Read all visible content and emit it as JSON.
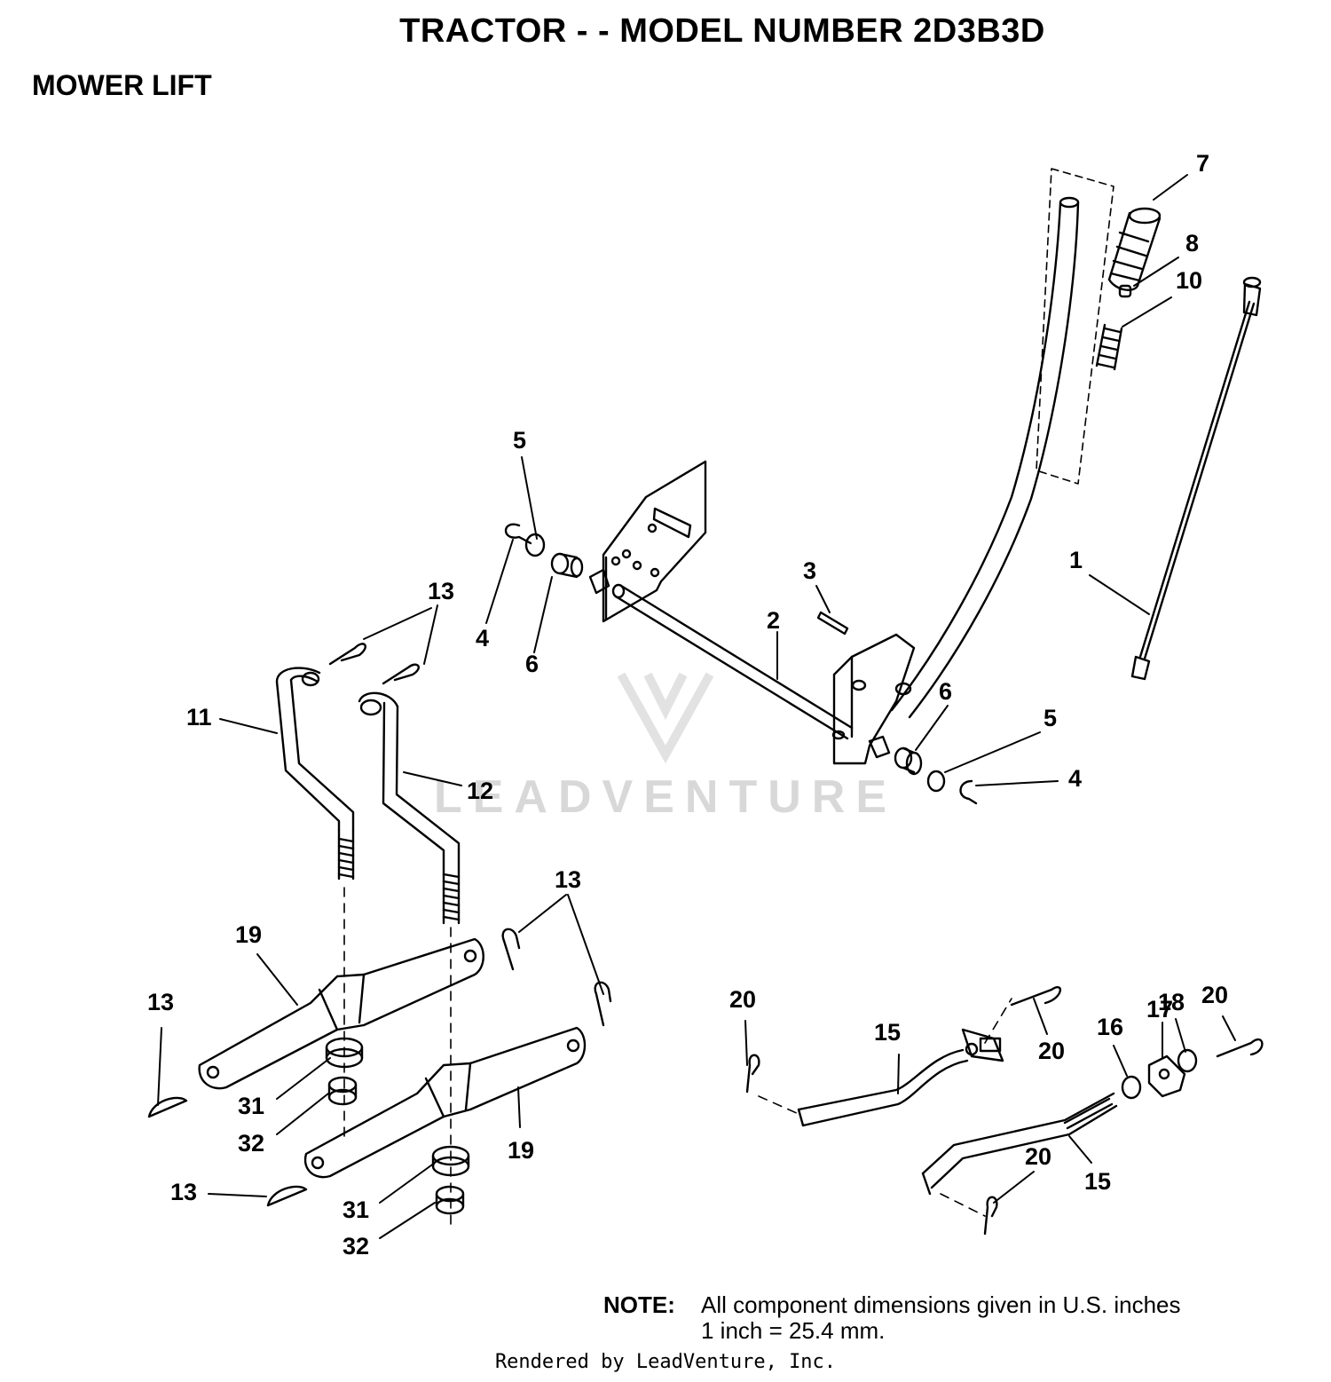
{
  "header": {
    "title": "TRACTOR - - MODEL NUMBER 2D3B3D",
    "section": "MOWER LIFT"
  },
  "watermark": "LEADVENTURE",
  "callouts": [
    "7",
    "8",
    "10",
    "5",
    "3",
    "1",
    "13",
    "4",
    "6",
    "2",
    "11",
    "6",
    "5",
    "12",
    "4",
    "13",
    "19",
    "13",
    "20",
    "17",
    "18",
    "20",
    "15",
    "16",
    "31",
    "20",
    "32",
    "19",
    "20",
    "15",
    "13",
    "31",
    "32"
  ],
  "note": {
    "label": "NOTE:",
    "line1": "All component dimensions given in U.S. inches",
    "line2": "1 inch = 25.4 mm."
  },
  "footer": "Rendered by LeadVenture, Inc."
}
